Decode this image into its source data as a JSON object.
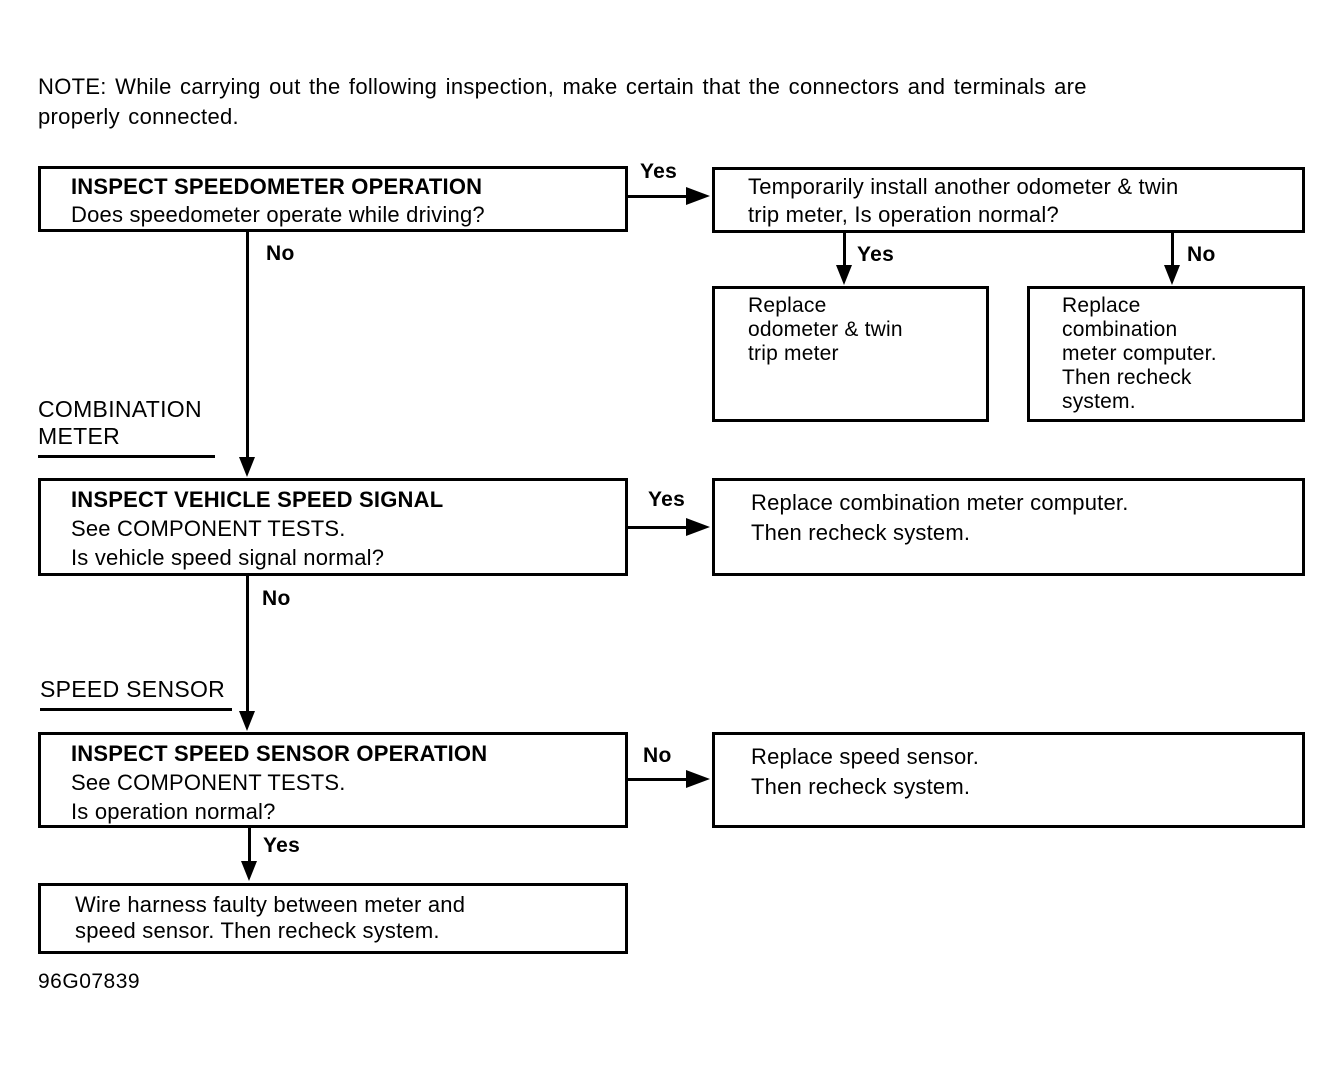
{
  "note": {
    "line1": "NOTE:  While carrying out the following inspection, make certain that the connectors and terminals are",
    "line2": "properly connected."
  },
  "section_labels": {
    "combination_meter_line1": "COMBINATION",
    "combination_meter_line2": "METER",
    "speed_sensor": "SPEED SENSOR"
  },
  "labels": {
    "yes": "Yes",
    "no": "No"
  },
  "boxes": {
    "inspect_speedometer": {
      "title": "INSPECT SPEEDOMETER OPERATION",
      "line1": "Does speedometer operate while driving?"
    },
    "temporarily_install": {
      "line1": "Temporarily install another odometer & twin",
      "line2": "trip meter, Is operation normal?"
    },
    "replace_odometer": {
      "line1": "Replace",
      "line2": "odometer & twin",
      "line3": "trip meter"
    },
    "replace_combination_meter_computer": {
      "line1": "Replace",
      "line2": "combination",
      "line3": "meter computer.",
      "line4": "Then recheck",
      "line5": "system."
    },
    "inspect_vehicle_speed_signal": {
      "title": "INSPECT VEHICLE SPEED SIGNAL",
      "line1": "See COMPONENT TESTS.",
      "line2": "Is vehicle speed signal normal?"
    },
    "replace_combination_meter_computer_wide": {
      "line1": "Replace combination meter computer.",
      "line2": "Then recheck system."
    },
    "inspect_speed_sensor": {
      "title": "INSPECT SPEED SENSOR OPERATION",
      "line1": "See COMPONENT TESTS.",
      "line2": "Is operation normal?"
    },
    "replace_speed_sensor": {
      "line1": "Replace speed sensor.",
      "line2": "Then recheck system."
    },
    "wire_harness_faulty": {
      "line1": "Wire harness faulty between meter and",
      "line2": "speed sensor. Then recheck system."
    }
  },
  "figure_code": "96G07839",
  "colors": {
    "ink": "#000000",
    "paper": "#ffffff"
  }
}
